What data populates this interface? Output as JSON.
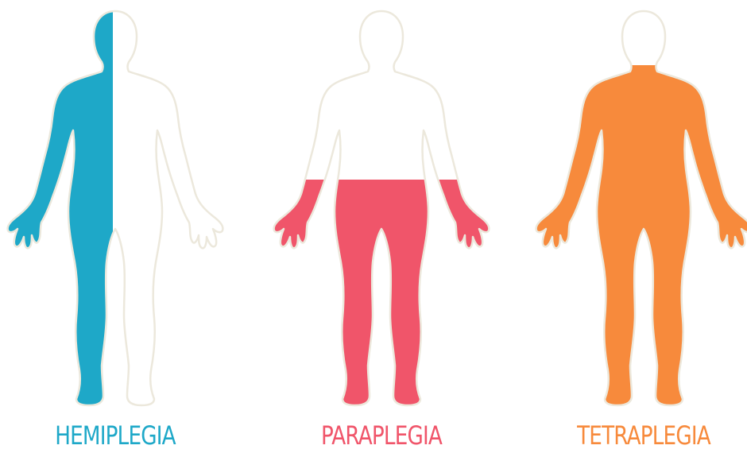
{
  "conditions": [
    {
      "label": "HEMIPLEGIA",
      "color": "#1ea8c8",
      "affected": "left-half"
    },
    {
      "label": "PARAPLEGIA",
      "color": "#f0556a",
      "affected": "lower-body"
    },
    {
      "label": "TETRAPLEGIA",
      "color": "#f78a3c",
      "affected": "below-neck"
    }
  ],
  "outline_color": "#ece8dc"
}
